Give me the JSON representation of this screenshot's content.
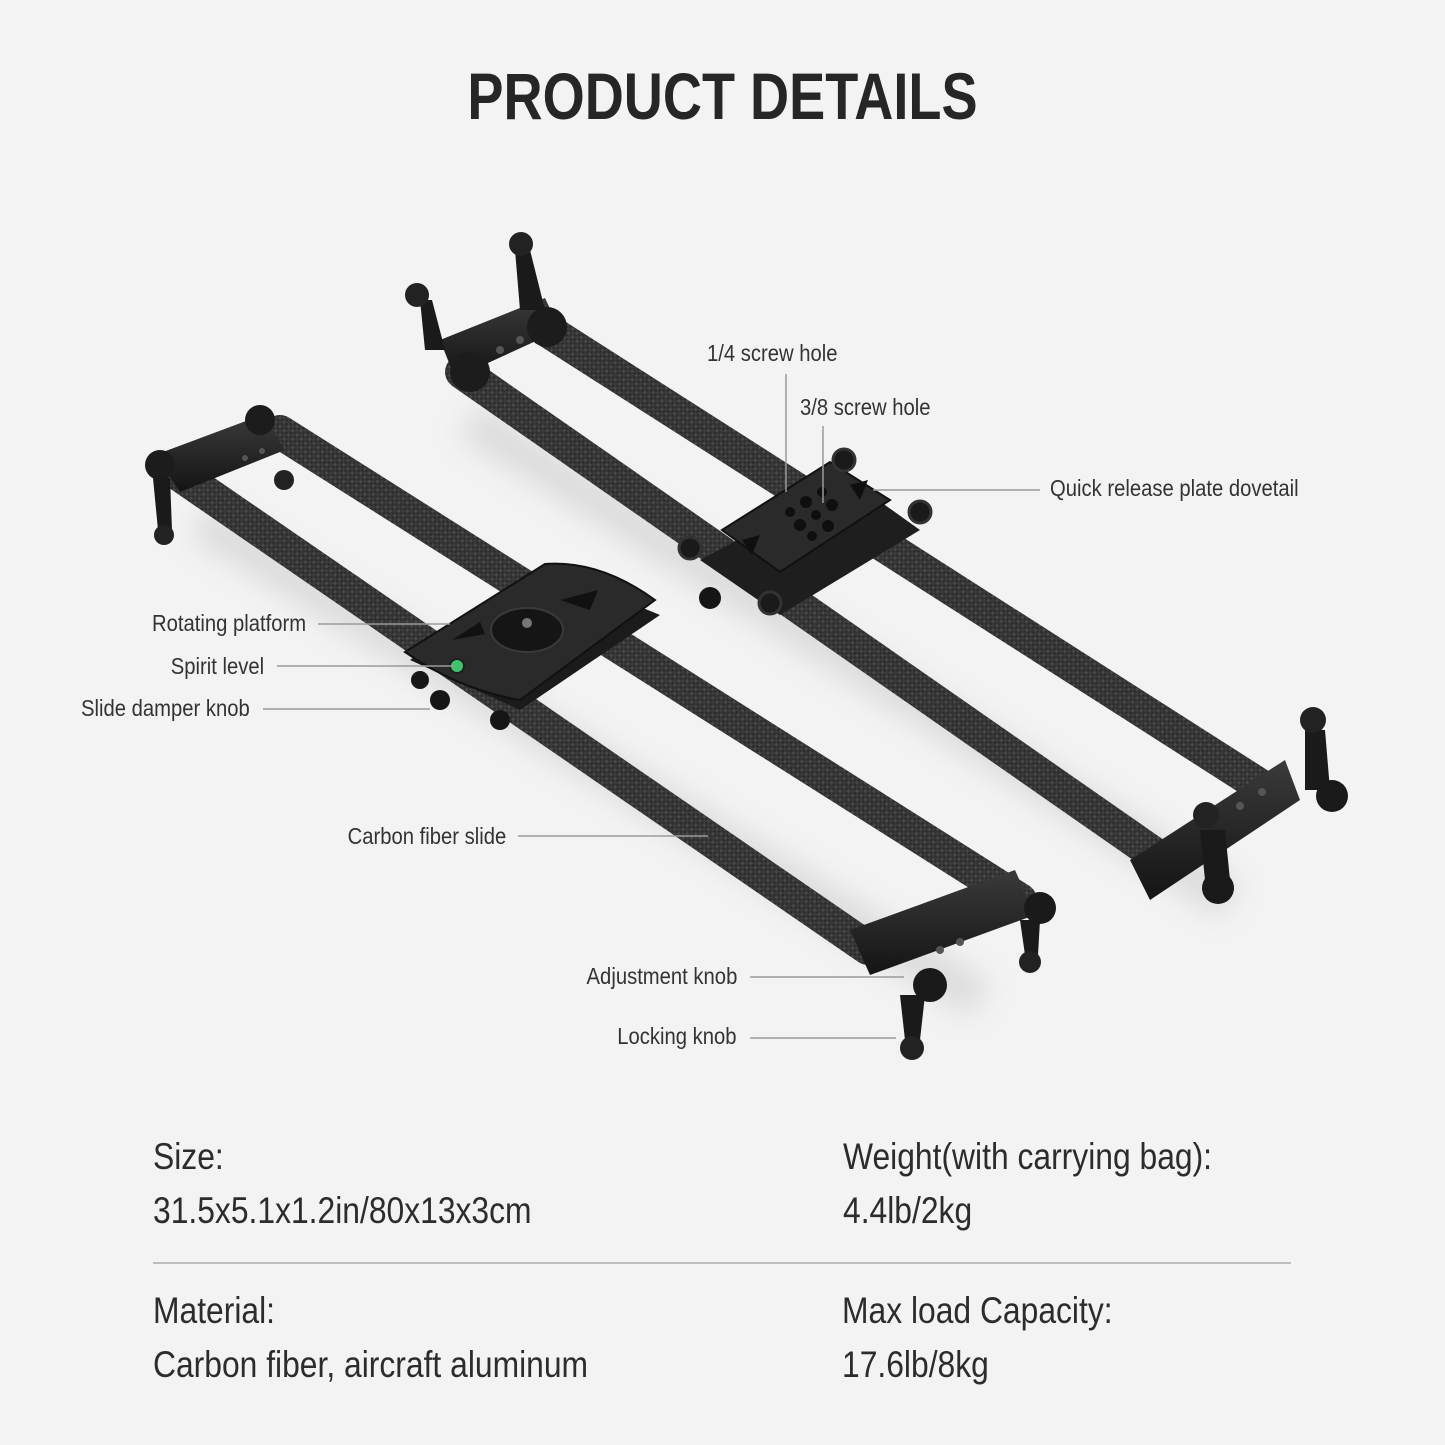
{
  "header": {
    "title": "PRODUCT DETAILS"
  },
  "colors": {
    "background": "#f3f3f3",
    "text": "#2a2a2a",
    "callout_line": "#9a9a9a",
    "divider": "#bdbdbd",
    "spirit_level": "#3ec46d"
  },
  "product": {
    "name": "carbon-fiber-camera-slider",
    "callouts": [
      {
        "id": "screw_quarter",
        "label": "1/4 screw hole"
      },
      {
        "id": "screw_three_eighths",
        "label": "3/8 screw hole"
      },
      {
        "id": "dovetail",
        "label": "Quick release plate dovetail"
      },
      {
        "id": "rotating_platform",
        "label": "Rotating platform"
      },
      {
        "id": "spirit_level",
        "label": "Spirit level"
      },
      {
        "id": "damper_knob",
        "label": "Slide damper knob"
      },
      {
        "id": "carbon_slide",
        "label": "Carbon fiber slide"
      },
      {
        "id": "adjustment_knob",
        "label": "Adjustment knob"
      },
      {
        "id": "locking_knob",
        "label": "Locking knob"
      }
    ]
  },
  "specs": {
    "size": {
      "label": "Size:",
      "value": "31.5x5.1x1.2in/80x13x3cm"
    },
    "weight": {
      "label": "Weight(with carrying bag):",
      "value": "4.4lb/2kg"
    },
    "material": {
      "label": "Material:",
      "value": "Carbon fiber, aircraft aluminum"
    },
    "max_load": {
      "label": "Max load Capacity:",
      "value": "17.6lb/8kg"
    }
  }
}
